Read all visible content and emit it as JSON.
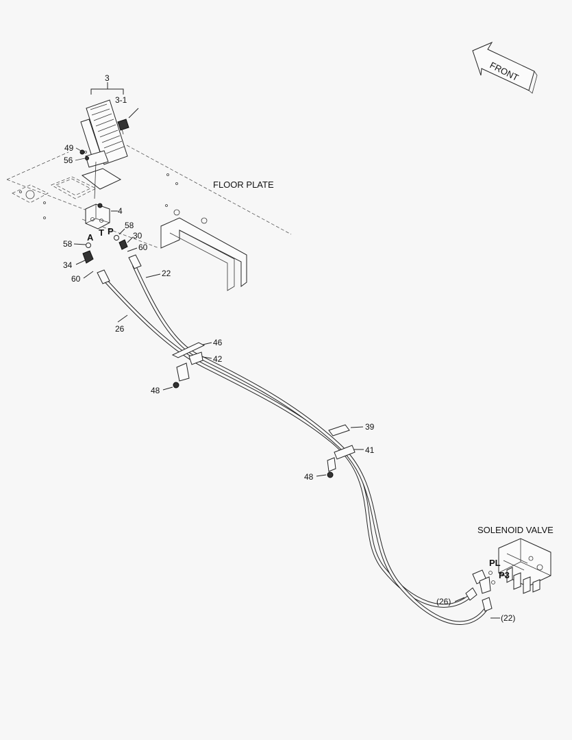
{
  "labels": {
    "front": "FRONT",
    "floor_plate": "FLOOR PLATE",
    "solenoid_valve": "SOLENOID VALVE",
    "part_3": "3",
    "part_3_1": "3-1",
    "part_49": "49",
    "part_56": "56",
    "part_4": "4",
    "part_58_right": "58",
    "part_30": "30",
    "part_60_right": "60",
    "port_a": "A",
    "port_t": "T",
    "port_p": "P",
    "part_58_left": "58",
    "part_34": "34",
    "part_60_left": "60",
    "part_22": "22",
    "part_26": "26",
    "part_46": "46",
    "part_42": "42",
    "part_48_top": "48",
    "part_39": "39",
    "part_41": "41",
    "part_48_bottom": "48",
    "port_pl": "PL",
    "port_p3": "P3",
    "ref_26": "(26)",
    "ref_22": "(22)"
  }
}
